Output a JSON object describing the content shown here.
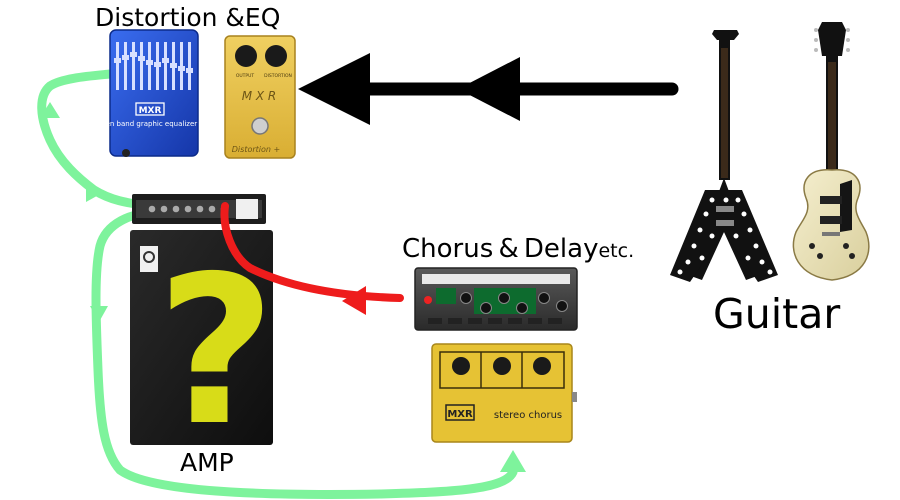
{
  "labels": {
    "distortion_eq": "Distortion  &EQ",
    "chorus_delay": "Chorus & Delay",
    "etc": "etc.",
    "amp": "AMP",
    "guitar": "Guitar"
  },
  "pedals": {
    "eq_brand": "MXR",
    "eq_text": "ten band graphic equalizer",
    "distortion_brand": "M X R",
    "distortion_text": "Distortion +",
    "distortion_knob_left": "OUTPUT",
    "distortion_knob_right": "DISTORTION",
    "chorus_brand": "MXR",
    "chorus_text": "stereo chorus"
  },
  "amp": {
    "mark": "?"
  },
  "colors": {
    "signal_guitar": "#000000",
    "signal_loop": "#7ef39c",
    "signal_fx": "#ee1c1c",
    "eq_pedal": "#1f4fd6",
    "distortion_pedal": "#e8c451",
    "chorus_pedal": "#e6c234",
    "question_mark": "#d8dc18",
    "cabinet": "#141414"
  }
}
